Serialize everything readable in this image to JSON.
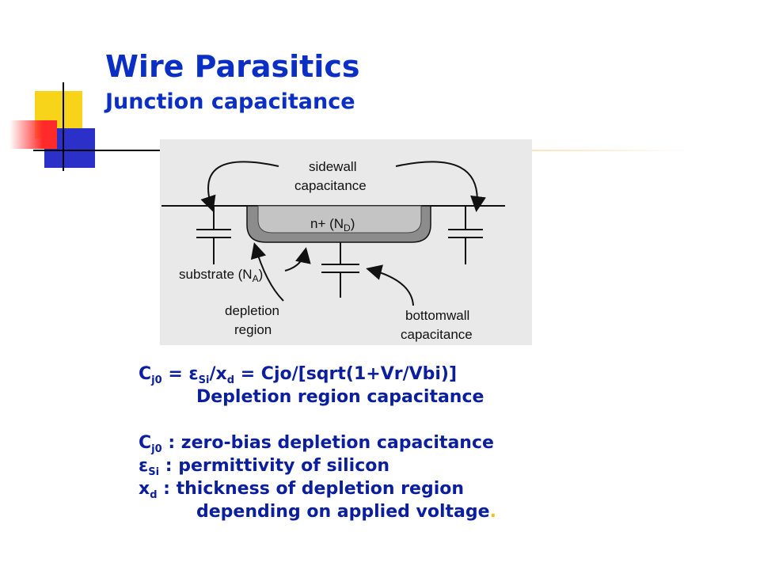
{
  "slide": {
    "title": "Wire Parasitics",
    "subtitle": "Junction capacitance"
  },
  "figure": {
    "labels": {
      "sidewall_1": "sidewall",
      "sidewall_2": "capacitance",
      "n_plus": "n+ (N",
      "n_plus_sub": "D",
      "n_plus_close": ")",
      "substrate": "substrate (N",
      "substrate_sub": "A",
      "substrate_close": ")",
      "depletion_1": "depletion",
      "depletion_2": "region",
      "bottomwall_1": "bottomwall",
      "bottomwall_2": "capacitance"
    }
  },
  "equation": {
    "c": "C",
    "c_sub": "j0",
    "eq1": " = ε",
    "eps_sub": "Si",
    "slash_x": "/x",
    "x_sub": "d",
    "rest": " = Cjo/[sqrt(1+Vr/Vbi)]",
    "caption": "Depletion region capacitance"
  },
  "definitions": [
    {
      "sym": "C",
      "sub": "j0",
      "text": " : zero-bias depletion capacitance"
    },
    {
      "sym": "ε",
      "sub": "Si",
      "text": " : permittivity of silicon"
    },
    {
      "sym": "x",
      "sub": "d",
      "text": "  : thickness of depletion region"
    }
  ],
  "continuation": {
    "text": "depending on applied voltage",
    "period": "."
  },
  "colors": {
    "title": "#0b2fc4",
    "body_text": "#0b1f9e",
    "accent_yellow": "#f7d31a",
    "accent_blue": "#2b31c8",
    "accent_red": "#ff2a2a",
    "figure_bg": "#e9e9e9"
  }
}
